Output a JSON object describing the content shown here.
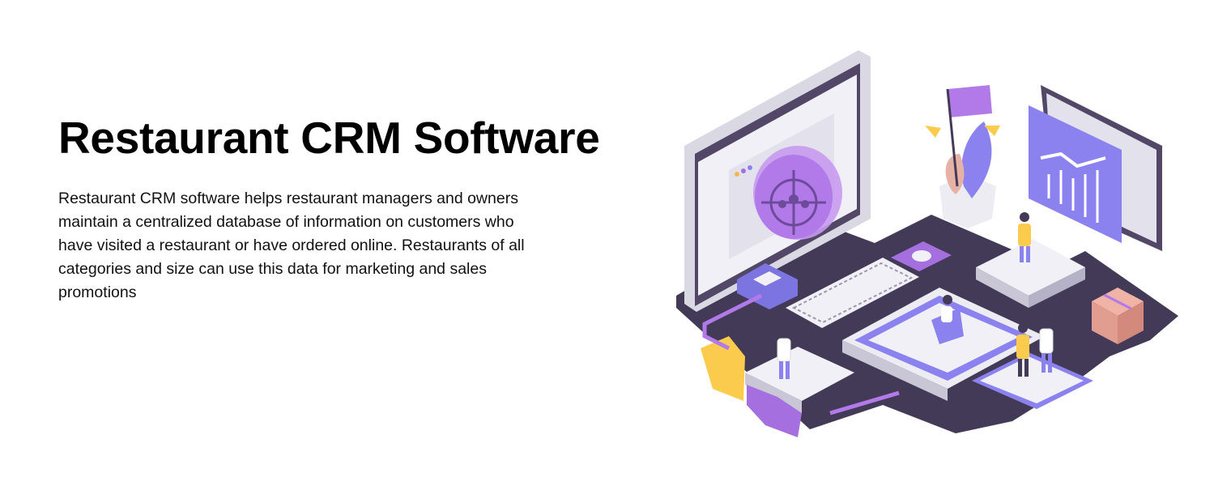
{
  "hero": {
    "title": "Restaurant CRM Software",
    "description_lines": [
      "Restaurant CRM software helps restaurant managers and owners",
      "maintain a centralized database of information on customers who",
      "have visited a restaurant or have ordered online. Restaurants of all",
      "categories and size can use this data for marketing and sales",
      "promotions"
    ]
  },
  "illustration": {
    "icon": "crm-isometric-illustration",
    "colors": {
      "platform": "#433a57",
      "purple": "#a66fe0",
      "violet": "#8b82f0",
      "light": "#ededf2",
      "yellow": "#fbcb4e"
    }
  }
}
